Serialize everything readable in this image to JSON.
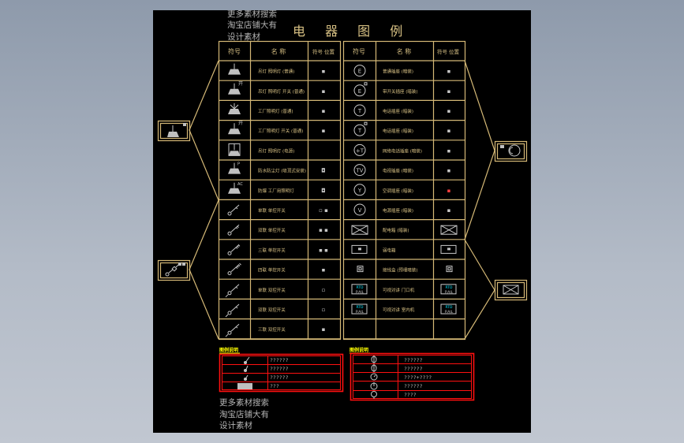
{
  "drawing": {
    "title": "电 器 图 例",
    "watermark_top": [
      "更多素材搜索",
      "淘宝店铺大有",
      "设计素材"
    ],
    "watermark_bottom": [
      "更多素材搜索",
      "淘宝店铺大有",
      "设计素材"
    ],
    "colors": {
      "background": "#000000",
      "table_lines": "#d4b876",
      "text": "#d8c184",
      "symbols": "#c8c8c8",
      "legend_border": "#ff1010",
      "legend_title": "#ffff00",
      "accent_cyan": "#00e5ff",
      "accent_red": "#ff2020"
    }
  },
  "legend_table": {
    "headers": [
      "符号",
      "名 称",
      "符号 位置",
      "符号",
      "名 称",
      "符号 位置"
    ],
    "left_rows": [
      {
        "symbol": "pendant-lamp-icon",
        "name": "吊灯 照明灯 (普通)",
        "code": "▪"
      },
      {
        "symbol": "pendant-lamp-switch-icon",
        "name": "吊灯 照明灯 开关 (普通)",
        "code": "▪"
      },
      {
        "symbol": "emergency-lamp-icon",
        "name": "工厂照明灯 (普通)",
        "code": "▪"
      },
      {
        "symbol": "factory-lamp-switch-icon",
        "name": "工厂照明灯 开关 (普通)",
        "code": "▪"
      },
      {
        "symbol": "boxed-lamp-icon",
        "name": "吊灯 照明灯 (电源)",
        "code": ""
      },
      {
        "symbol": "lamp-p-icon",
        "name": "防水防尘灯 (吸顶式安装)",
        "code": "◘"
      },
      {
        "symbol": "lamp-ac-icon",
        "name": "防爆 工厂用照明灯",
        "code": "◘"
      },
      {
        "symbol": "switch-single-icon",
        "name": "单联 单控开关",
        "code": "▫ ▪"
      },
      {
        "symbol": "switch-double-icon",
        "name": "双联 单控开关",
        "code": "▪ ▪"
      },
      {
        "symbol": "switch-triple-icon",
        "name": "三联 单控开关",
        "code": "▪ ▪"
      },
      {
        "symbol": "switch-4-icon",
        "name": "四联 单控开关",
        "code": "▪"
      },
      {
        "symbol": "switch-dual-ctrl-icon",
        "name": "单联 双控开关",
        "code": "▫"
      },
      {
        "symbol": "switch-dual-ctrl-2-icon",
        "name": "双联 双控开关",
        "code": "▫"
      },
      {
        "symbol": "switch-dual-ctrl-3-icon",
        "name": "三联 双控开关",
        "code": "▪"
      }
    ],
    "right_rows": [
      {
        "symbol": "socket-e-icon",
        "name": "普通插座 (暗装)",
        "code": "▪"
      },
      {
        "symbol": "socket-e-switch-icon",
        "name": "带开关插座 (暗装)",
        "code": "▪"
      },
      {
        "symbol": "socket-t-icon",
        "name": "电话插座 (暗装)",
        "code": "▪"
      },
      {
        "symbol": "socket-t-switch-icon",
        "name": "电话插座 (暗装)",
        "code": "▪"
      },
      {
        "symbol": "socket-tp-icon",
        "name": "网络电话插座 (暗装)",
        "code": "▪"
      },
      {
        "symbol": "socket-tv-icon",
        "name": "电视插座 (暗装)",
        "code": "▪"
      },
      {
        "symbol": "socket-y-icon",
        "name": "空调插座 (暗装)",
        "code": "▪"
      },
      {
        "symbol": "socket-v-icon",
        "name": "电源插座 (暗装)",
        "code": "▪"
      },
      {
        "symbol": "distribution-box-icon",
        "name": "配电箱 (暗装)",
        "code": "⊠"
      },
      {
        "symbol": "panel-box-icon",
        "name": "弱电箱",
        "code": "▭"
      },
      {
        "symbol": "junction-box-icon",
        "name": "接线盒 (预埋暗装)",
        "code": "◙"
      },
      {
        "symbol": "rtd-panel-icon",
        "name": "可视对讲 门口机",
        "code": "▭"
      },
      {
        "symbol": "rtd-panel-2-icon",
        "name": "可视对讲 室内机",
        "code": "▭"
      }
    ]
  },
  "callouts": {
    "left_top": {
      "symbol": "pendant-lamp-icon"
    },
    "left_bottom": {
      "symbol": "switch-single-icon"
    },
    "right_top": {
      "symbol": "socket-e-icon"
    },
    "right_bottom": {
      "symbol": "distribution-box-icon"
    }
  },
  "sub_legend_left": {
    "title": "图例说明",
    "rows": [
      {
        "symbol": "switch-a-icon",
        "label": "??????"
      },
      {
        "symbol": "switch-b-icon",
        "label": "??????"
      },
      {
        "symbol": "switch-c-icon",
        "label": "??????"
      },
      {
        "symbol": "panel-icon",
        "label": "???"
      }
    ]
  },
  "sub_legend_right": {
    "title": "图例说明",
    "rows": [
      {
        "symbol": "plug-1-icon",
        "label": "??????"
      },
      {
        "symbol": "plug-2-icon",
        "label": "??????"
      },
      {
        "symbol": "timer-icon",
        "label": "????+????"
      },
      {
        "symbol": "power-icon",
        "label": "??????"
      },
      {
        "symbol": "bulb-icon",
        "label": "????"
      }
    ]
  }
}
